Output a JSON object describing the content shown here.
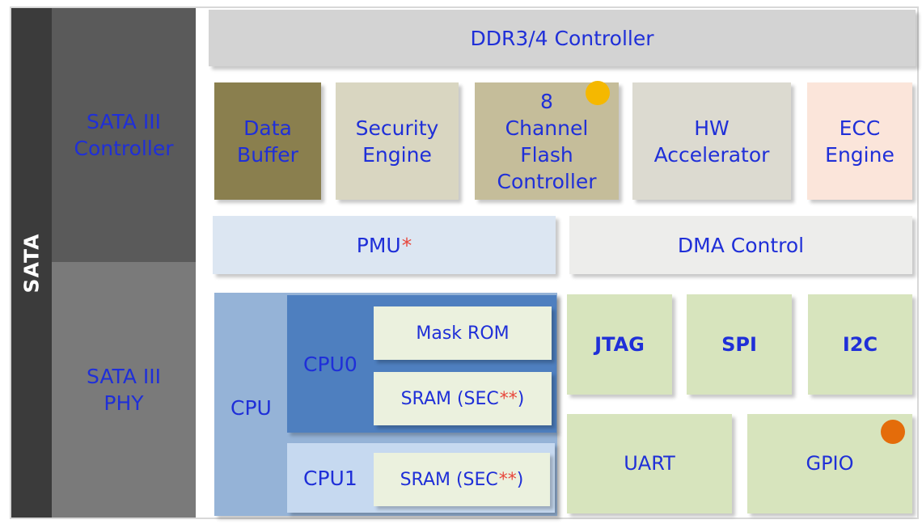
{
  "sata": {
    "label": "SATA"
  },
  "sata_controller": {
    "label": "SATA III\nController"
  },
  "sata_phy": {
    "label": "SATA III\nPHY"
  },
  "ddr_controller": {
    "label": "DDR3/4 Controller"
  },
  "data_buffer": {
    "label": "Data\nBuffer"
  },
  "security_engine": {
    "label": "Security\nEngine"
  },
  "flash_controller": {
    "label": "8\nChannel\nFlash\nController"
  },
  "hw_accelerator": {
    "label": "HW\nAccelerator"
  },
  "ecc_engine": {
    "label": "ECC\nEngine"
  },
  "pmu": {
    "label": "PMU",
    "marker": "*"
  },
  "dma_control": {
    "label": "DMA Control"
  },
  "cpu": {
    "label": "CPU"
  },
  "cpu0": {
    "label": "CPU0",
    "mask_rom": "Mask ROM",
    "sram_label": "SRAM (SEC",
    "sram_marker": "**",
    "sram_close": ")"
  },
  "cpu1": {
    "label": "CPU1",
    "sram_label": "SRAM (SEC",
    "sram_marker": "**",
    "sram_close": ")"
  },
  "jtag": {
    "label": "JTAG"
  },
  "spi": {
    "label": "SPI"
  },
  "i2c": {
    "label": "I2C"
  },
  "uart": {
    "label": "UART"
  },
  "gpio": {
    "label": "GPIO"
  },
  "colors": {
    "label_text": "#1f2fd8",
    "marker_red": "#e8473c",
    "dot_yellow": "#f5b800",
    "dot_orange": "#e46c0a"
  }
}
